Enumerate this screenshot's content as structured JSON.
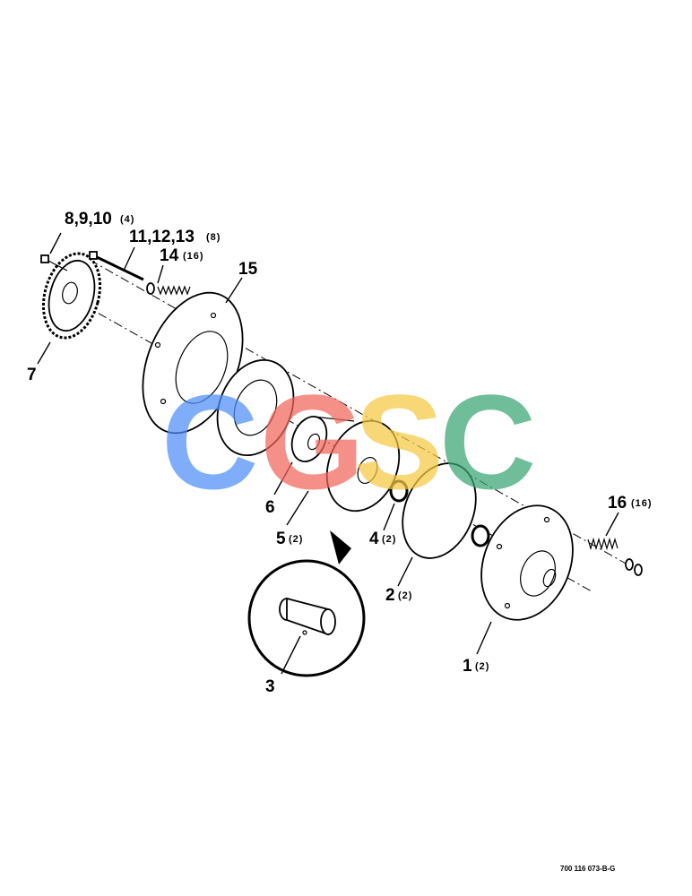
{
  "callouts": [
    {
      "id": "c-8-9-10",
      "label": "8,9,10",
      "qty": "(4)"
    },
    {
      "id": "c-11-12-13",
      "label": "11,12,13",
      "qty": "(8)"
    },
    {
      "id": "c-14",
      "label": "14",
      "qty": "(16)"
    },
    {
      "id": "c-15",
      "label": "15",
      "qty": ""
    },
    {
      "id": "c-7",
      "label": "7",
      "qty": ""
    },
    {
      "id": "c-6",
      "label": "6",
      "qty": ""
    },
    {
      "id": "c-5",
      "label": "5",
      "qty": "(2)"
    },
    {
      "id": "c-4",
      "label": "4",
      "qty": "(2)"
    },
    {
      "id": "c-3",
      "label": "3",
      "qty": ""
    },
    {
      "id": "c-2",
      "label": "2",
      "qty": "(2)"
    },
    {
      "id": "c-1",
      "label": "1",
      "qty": "(2)"
    },
    {
      "id": "c-16",
      "label": "16",
      "qty": "(16)"
    }
  ],
  "watermark": {
    "letters": [
      "C",
      "G",
      "S",
      "C"
    ],
    "colors": [
      "#4f8ef7",
      "#f2665c",
      "#f5c842",
      "#3aa672"
    ]
  },
  "drawing_number": "700 116 073-B-G"
}
